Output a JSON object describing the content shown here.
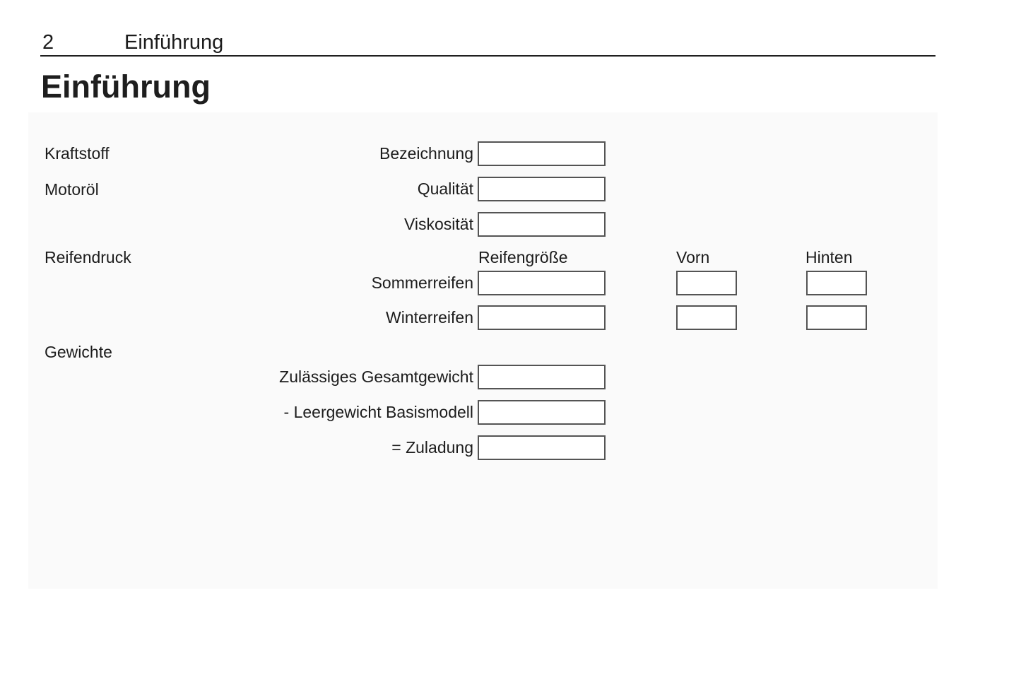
{
  "header": {
    "page_number": "2",
    "chapter": "Einführung"
  },
  "page_title": "Einführung",
  "form": {
    "sections": {
      "kraftstoff": "Kraftstoff",
      "motoroel": "Motoröl",
      "reifendruck": "Reifendruck",
      "gewichte": "Gewichte"
    },
    "fuel_oil_fields": [
      {
        "label": "Bezeichnung",
        "value": ""
      },
      {
        "label": "Qualität",
        "value": ""
      },
      {
        "label": "Viskosität",
        "value": ""
      }
    ],
    "tire_table": {
      "columns": {
        "size": "Reifengröße",
        "front": "Vorn",
        "rear": "Hinten"
      },
      "rows": [
        {
          "label": "Sommerreifen",
          "size": "",
          "front": "",
          "rear": ""
        },
        {
          "label": "Winterreifen",
          "size": "",
          "front": "",
          "rear": ""
        }
      ]
    },
    "weight_fields": [
      {
        "label": "Zulässiges Gesamtgewicht",
        "value": ""
      },
      {
        "label": "- Leergewicht Basismodell",
        "value": ""
      },
      {
        "label": "= Zuladung",
        "value": ""
      }
    ]
  },
  "colors": {
    "page_background": "#ffffff",
    "panel_background": "#fafafa",
    "box_border": "#545454",
    "text": "#1c1c1c",
    "rule": "#1f1f1f"
  }
}
